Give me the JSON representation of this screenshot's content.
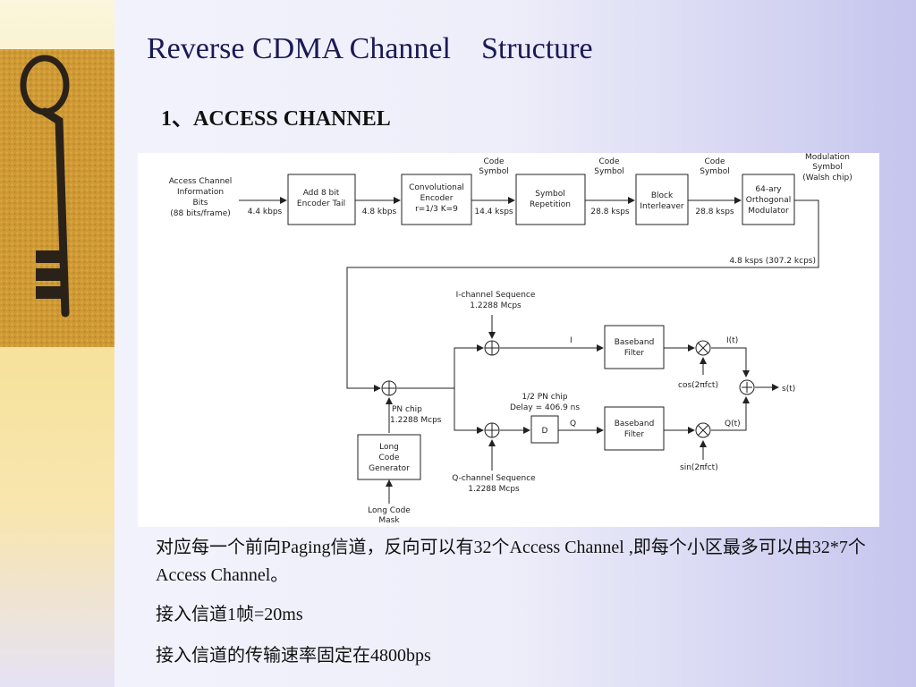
{
  "title": "Reverse CDMA Channel    Structure",
  "subtitle": "1、ACCESS CHANNEL",
  "notes": [
    "对应每一个前向Paging信道，反向可以有32个Access Channel ,即每个小区最多可以由32*7个Access Channel。",
    "接入信道1帧=20ms",
    "接入信道的传输速率固定在4800bps"
  ],
  "diagram": {
    "input_label": [
      "Access Channel",
      "Information",
      "Bits",
      "(88 bits/frame)"
    ],
    "blocks": {
      "encoder_tail": [
        "Add 8 bit",
        "Encoder Tail"
      ],
      "convolutional": [
        "Convolutional",
        "Encoder",
        "r=1/3 K=9"
      ],
      "repetition": [
        "Symbol",
        "Repetition"
      ],
      "interleaver": [
        "Block",
        "Interleaver"
      ],
      "modulator": [
        "64-ary",
        "Orthogonal",
        "Modulator"
      ],
      "baseband_i": [
        "Baseband",
        "Filter"
      ],
      "baseband_q": [
        "Baseband",
        "Filter"
      ],
      "delay": "D",
      "long_code": [
        "Long",
        "Code",
        "Generator"
      ]
    },
    "rates": [
      "4.4 kbps",
      "4.8 kbps",
      "14.4 ksps",
      "28.8 ksps",
      "28.8 ksps"
    ],
    "symbol_labels": [
      [
        "Code",
        "Symbol"
      ],
      [
        "Code",
        "Symbol"
      ],
      [
        "Code",
        "Symbol"
      ],
      [
        "Modulation",
        "Symbol",
        "(Walsh chip)"
      ]
    ],
    "return_rate": "4.8 ksps (307.2 kcps)",
    "i_sequence": [
      "I-channel Sequence",
      "1.2288 Mcps"
    ],
    "q_sequence": [
      "Q-channel Sequence",
      "1.2288 Mcps"
    ],
    "pn_chip": [
      "PN chip",
      "1.2288 Mcps"
    ],
    "delay_label": [
      "1/2 PN chip",
      "Delay = 406.9 ns"
    ],
    "i_label": "I",
    "q_label": "Q",
    "i_t": "I(t)",
    "q_t": "Q(t)",
    "cos_label": "cos(2πfct)",
    "sin_label": "sin(2πfct)",
    "output": "s(t)",
    "mask_label": [
      "Long Code",
      "Mask"
    ]
  }
}
